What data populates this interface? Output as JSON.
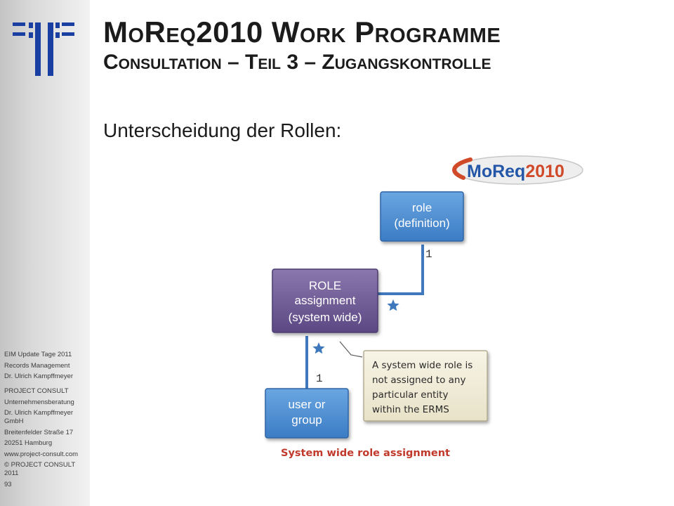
{
  "slide": {
    "title_line1": "MoReq2010 Work Programme",
    "title_line2": "Consultation – Teil 3 – Zugangskontrolle",
    "subtitle": "Unterscheidung der Rollen:"
  },
  "sidebar": {
    "event": "EIM Update Tage 2011",
    "topic": "Records Management",
    "speaker": "Dr. Ulrich Kampffmeyer",
    "company": "PROJECT  CONSULT",
    "company_sub": "Unternehmensberatung",
    "company_owner": "Dr. Ulrich Kampffmeyer GmbH",
    "street": "Breitenfelder Straße 17",
    "city": "20251 Hamburg",
    "website": "www.project-consult.com",
    "copyright": "© PROJECT CONSULT 2011",
    "page_number": "93"
  },
  "diagram": {
    "logo_text_1": "MoReq",
    "logo_text_2": "2010",
    "role_box": {
      "line1": "role",
      "line2": "(definition)"
    },
    "assignment_box": {
      "line1": "ROLE",
      "line2": "assignment",
      "line3": "(system wide)"
    },
    "user_box": {
      "line1": "user or",
      "line2": "group"
    },
    "multiplicity_top": "1",
    "multiplicity_bottom": "1",
    "note": {
      "line1": "A system wide role is",
      "line2": "not assigned to any",
      "line3": "particular entity",
      "line4": "within the ERMS"
    },
    "caption": "System wide role assignment"
  },
  "colors": {
    "blue_box": "#4f8fd2",
    "purple_box": "#6f5a96",
    "connector": "#3f78bd",
    "note_bg": "#f0ecd8",
    "caption": "#c0392b"
  }
}
